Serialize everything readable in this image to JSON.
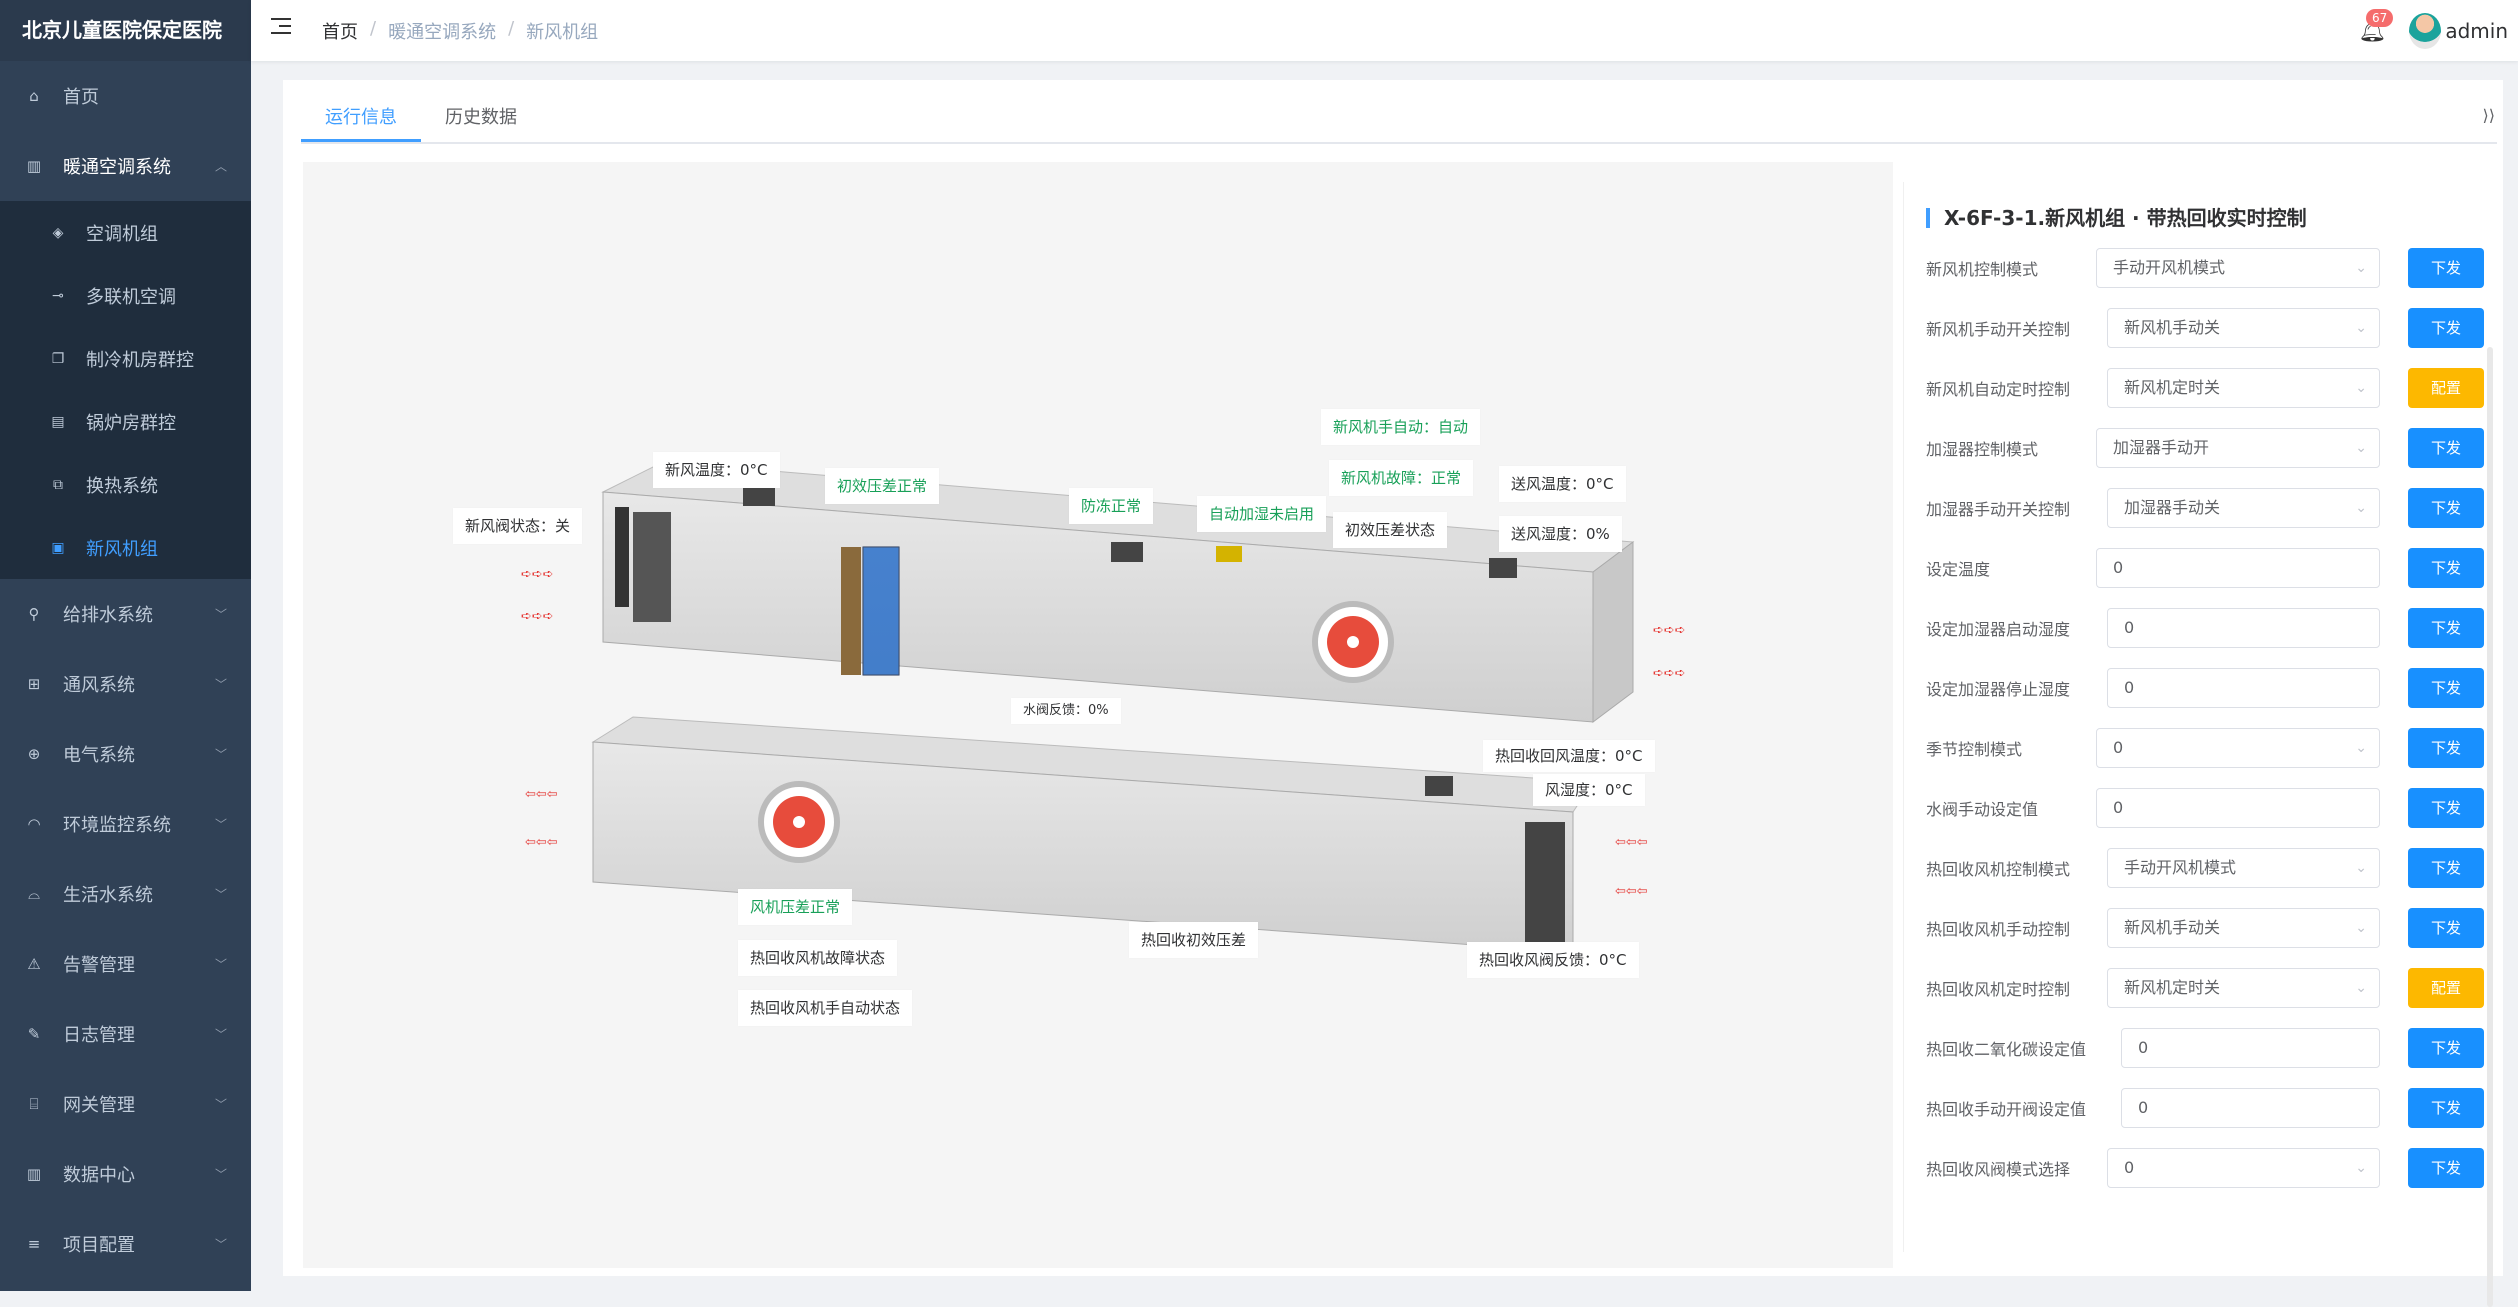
{
  "app": {
    "title": "北京儿童医院保定医院"
  },
  "sidebar": {
    "items": [
      {
        "label": "首页",
        "icon": "home-icon"
      },
      {
        "label": "暖通空调系统",
        "icon": "bar-chart-icon"
      },
      {
        "label": "给排水系统",
        "icon": "water-icon"
      },
      {
        "label": "通风系统",
        "icon": "grid-icon"
      },
      {
        "label": "电气系统",
        "icon": "circle-plus-icon"
      },
      {
        "label": "环境监控系统",
        "icon": "gauge-icon"
      },
      {
        "label": "生活水系统",
        "icon": "tap-icon"
      },
      {
        "label": "告警管理",
        "icon": "alarm-icon"
      },
      {
        "label": "日志管理",
        "icon": "log-icon"
      },
      {
        "label": "网关管理",
        "icon": "gateway-icon"
      },
      {
        "label": "数据中心",
        "icon": "data-icon"
      },
      {
        "label": "项目配置",
        "icon": "list-icon"
      }
    ],
    "hvac_sub": [
      {
        "label": "空调机组",
        "icon": "layers-icon"
      },
      {
        "label": "多联机空调",
        "icon": "plug-icon"
      },
      {
        "label": "制冷机房群控",
        "icon": "copy-icon"
      },
      {
        "label": "锅炉房群控",
        "icon": "table-icon"
      },
      {
        "label": "换热系统",
        "icon": "exchange-icon"
      },
      {
        "label": "新风机组",
        "icon": "doc-icon"
      }
    ]
  },
  "header": {
    "breadcrumb": [
      "首页",
      "暖通空调系统",
      "新风机组"
    ],
    "badge": "67",
    "user": "admin"
  },
  "tabs": [
    "运行信息",
    "历史数据"
  ],
  "diagram": {
    "labels": {
      "fresh_air_temp": "新风温度：0°C",
      "primary_filter_ok": "初效压差正常",
      "fresh_valve_state": "新风阀状态：关",
      "antifreeze": "防冻正常",
      "humidify": "自动加湿未启用",
      "hand_auto": "新风机手自动：自动",
      "fault": "新风机故障：正常",
      "primary_diff": "初效压差状态",
      "supply_temp": "送风温度：0°C",
      "supply_humidity": "送风湿度：0%",
      "water_valve": "水阀反馈：0%",
      "return_temp": "热回收回风温度：0°C",
      "return_humidity": "风湿度：0°C",
      "fan_diff_ok": "风机压差正常",
      "hr_fan_fault": "热回收风机故障状态",
      "hr_fan_handauto": "热回收风机手自动状态",
      "hr_primary": "热回收初效压差",
      "hr_valve": "热回收风阀反馈：0°C"
    }
  },
  "panel": {
    "title": "X-6F-3-1.新风机组 · 带热回收实时控制",
    "rows": [
      {
        "label": "新风机控制模式",
        "value": "手动开风机模式",
        "select": true,
        "btn": "下发"
      },
      {
        "label": "新风机手动开关控制",
        "value": "新风机手动关",
        "select": true,
        "btn": "下发"
      },
      {
        "label": "新风机自动定时控制",
        "value": "新风机定时关",
        "select": true,
        "btn": "配置"
      },
      {
        "label": "加湿器控制模式",
        "value": "加湿器手动开",
        "select": true,
        "btn": "下发"
      },
      {
        "label": "加湿器手动开关控制",
        "value": "加湿器手动关",
        "select": true,
        "btn": "下发"
      },
      {
        "label": "设定温度",
        "value": "0",
        "select": false,
        "btn": "下发"
      },
      {
        "label": "设定加湿器启动湿度",
        "value": "0",
        "select": false,
        "btn": "下发"
      },
      {
        "label": "设定加湿器停止湿度",
        "value": "0",
        "select": false,
        "btn": "下发"
      },
      {
        "label": "季节控制模式",
        "value": "0",
        "select": true,
        "btn": "下发"
      },
      {
        "label": "水阀手动设定值",
        "value": "0",
        "select": false,
        "btn": "下发"
      },
      {
        "label": "热回收风机控制模式",
        "value": "手动开风机模式",
        "select": true,
        "btn": "下发"
      },
      {
        "label": "热回收风机手动控制",
        "value": "新风机手动关",
        "select": true,
        "btn": "下发"
      },
      {
        "label": "热回收风机定时控制",
        "value": "新风机定时关",
        "select": true,
        "btn": "配置"
      },
      {
        "label": "热回收二氧化碳设定值",
        "value": "0",
        "select": false,
        "btn": "下发"
      },
      {
        "label": "热回收手动开阀设定值",
        "value": "0",
        "select": false,
        "btn": "下发"
      },
      {
        "label": "热回收风阀模式选择",
        "value": "0",
        "select": true,
        "btn": "下发"
      }
    ]
  }
}
